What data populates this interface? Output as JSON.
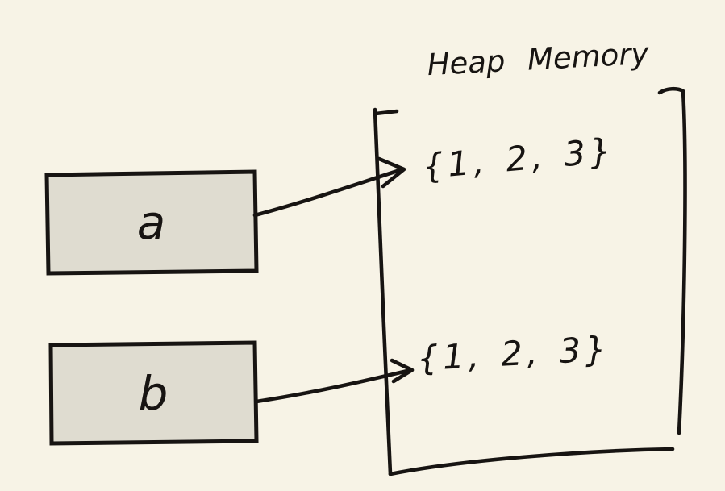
{
  "diagram": {
    "heap": {
      "title": "Heap Memory",
      "objects": [
        {
          "value": "{1, 2, 3}"
        },
        {
          "value": "{1, 2, 3}"
        }
      ]
    },
    "variables": [
      {
        "label": "a",
        "points_to": "heap-object-0"
      },
      {
        "label": "b",
        "points_to": "heap-object-1"
      }
    ],
    "style": "hand-drawn-sketch"
  },
  "colors": {
    "background": "#f7f3e6",
    "ink": "#171412",
    "box_fill": "#dfdcd0"
  }
}
